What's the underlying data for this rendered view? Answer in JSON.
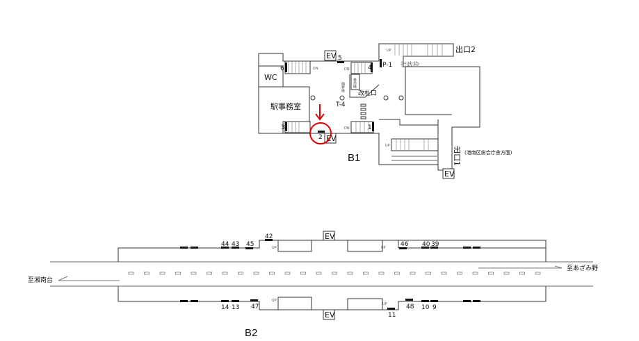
{
  "b1": {
    "floor_label": "B1",
    "ev": "EV",
    "wc": "WC",
    "station_office": "駅事務室",
    "ticket_gate": "改札口",
    "fare_adjust": "精算機",
    "ticket_machine": "券売機",
    "t4": "T-4",
    "p1": "P-1",
    "admin_frame": "行政枠",
    "exit2": "出口2",
    "exit1": "出口1",
    "exit1_direction": "(港南区総合庁舎方面)",
    "up": "UP",
    "dn": "DN",
    "stairs": [
      "1",
      "2",
      "3",
      "4",
      "5",
      "6"
    ],
    "highlight_color": "#e00000"
  },
  "b2": {
    "floor_label": "B2",
    "ev": "EV",
    "up": "UP",
    "to_shonandai": "至湘南台",
    "to_azamino": "至あざみ野",
    "top_numbers": [
      "44",
      "43",
      "45",
      "42",
      "46",
      "40",
      "39"
    ],
    "bottom_numbers": [
      "14",
      "13",
      "47",
      "11",
      "48",
      "10",
      "9"
    ]
  }
}
